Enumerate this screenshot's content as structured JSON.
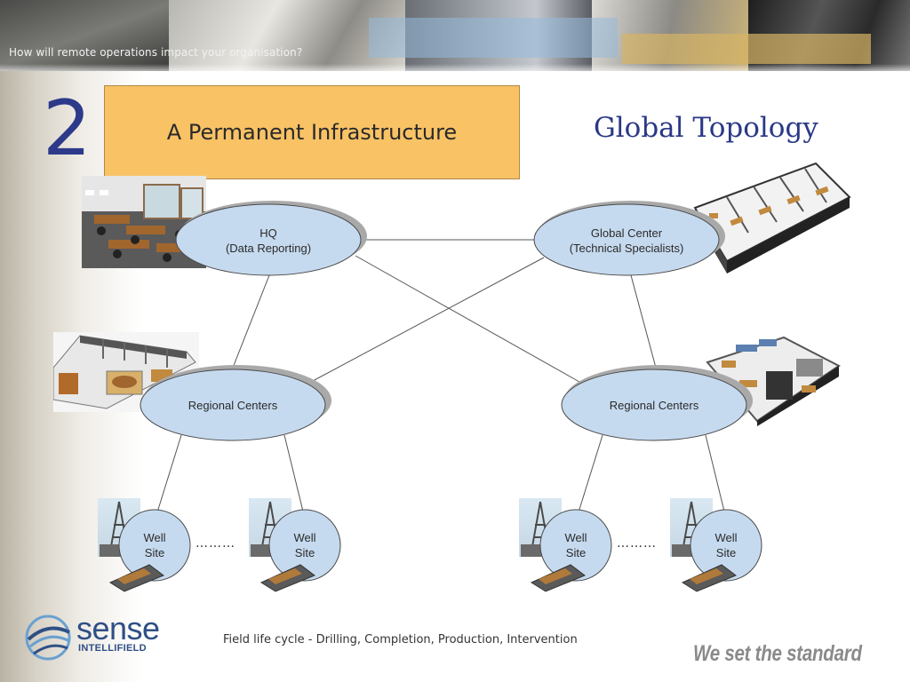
{
  "header": {
    "banner_text": "How will remote operations impact your organisation?"
  },
  "slide": {
    "number": "2",
    "title": "A Permanent Infrastructure",
    "subtitle": "Global Topology"
  },
  "nodes": {
    "hq": {
      "line1": "HQ",
      "line2": "(Data Reporting)"
    },
    "global": {
      "line1": "Global Center",
      "line2": "(Technical Specialists)"
    },
    "regional_left": {
      "label": "Regional Centers"
    },
    "regional_right": {
      "label": "Regional Centers"
    },
    "wells": [
      {
        "line1": "Well",
        "line2": "Site"
      },
      {
        "line1": "Well",
        "line2": "Site"
      },
      {
        "line1": "Well",
        "line2": "Site"
      },
      {
        "line1": "Well",
        "line2": "Site"
      }
    ],
    "ellipsis": "………"
  },
  "colors": {
    "node_fill": "#c6daef",
    "node_shadow": "#a9a9a9",
    "title_box": "#f8c265",
    "number": "#2d3a8a",
    "topology_title": "#2a3886"
  },
  "footer": {
    "logo_word": "sense",
    "logo_sub": "INTELLIFIELD",
    "text": "Field life cycle - Drilling, Completion, Production, Intervention",
    "tagline": "We set the standard"
  }
}
